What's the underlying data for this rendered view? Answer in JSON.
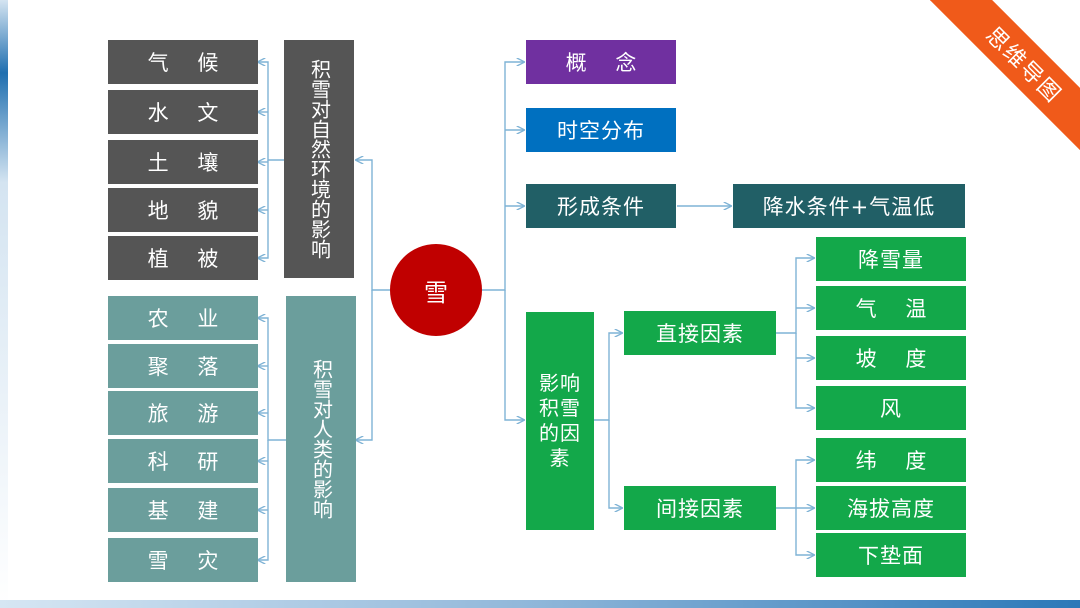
{
  "badge": "思维导图",
  "center": "雪",
  "natural": {
    "title": "积雪对自然环境的影响",
    "items": [
      "气 候",
      "水 文",
      "土 壤",
      "地 貌",
      "植 被"
    ]
  },
  "human": {
    "title": "积雪对人类的影响",
    "items": [
      "农 业",
      "聚 落",
      "旅 游",
      "科 研",
      "基 建",
      "雪 灾"
    ]
  },
  "right": {
    "concept": "概 念",
    "distribution": "时空分布",
    "formation": "形成条件",
    "formation_detail": "降水条件+气温低",
    "factors": "影响积雪的因素",
    "direct": "直接因素",
    "direct_items": [
      "降雪量",
      "气 温",
      "坡 度",
      "风"
    ],
    "indirect": "间接因素",
    "indirect_items": [
      "纬 度",
      "海拔高度",
      "下垫面"
    ]
  },
  "colors": {
    "natural": "#555555",
    "human": "#6b9e9c",
    "concept": "#7030a0",
    "distribution": "#0070c0",
    "formation": "#215f66",
    "factors": "#13a84a",
    "center": "#c00000",
    "badge": "#f05a1a"
  }
}
